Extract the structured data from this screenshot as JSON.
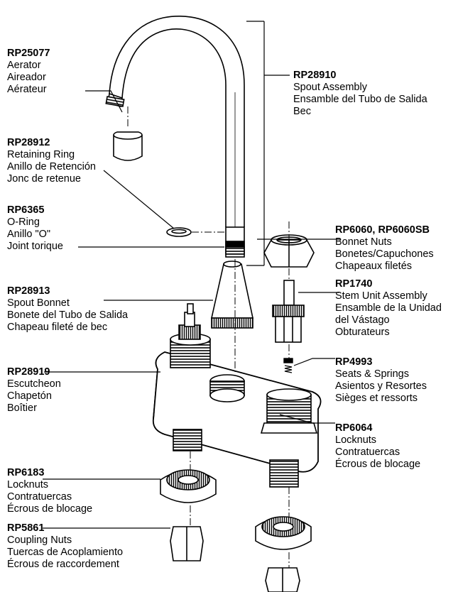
{
  "callouts": {
    "aerator": {
      "part_number": "RP25077",
      "lines": [
        "Aerator",
        "Aireador",
        "Aérateur"
      ]
    },
    "spout_assembly": {
      "part_number": "RP28910",
      "lines": [
        "Spout Assembly",
        "Ensamble del Tubo de Salida",
        "Bec"
      ]
    },
    "retaining_ring": {
      "part_number": "RP28912",
      "lines": [
        "Retaining Ring",
        "Anillo de Retención",
        "Jonc de retenue"
      ]
    },
    "o_ring": {
      "part_number": "RP6365",
      "lines": [
        "O-Ring",
        "Anillo \"O\"",
        "Joint torique"
      ]
    },
    "bonnet_nuts": {
      "part_number": "RP6060, RP6060SB",
      "lines": [
        "Bonnet Nuts",
        "Bonetes/Capuchones",
        "Chapeaux filetés"
      ]
    },
    "stem_unit": {
      "part_number": "RP1740",
      "lines": [
        "Stem Unit Assembly",
        "Ensamble de la Unidad",
        "del Vástago",
        "Obturateurs"
      ]
    },
    "spout_bonnet": {
      "part_number": "RP28913",
      "lines": [
        "Spout Bonnet",
        "Bonete del Tubo de Salida",
        "Chapeau fileté de bec"
      ]
    },
    "seats_springs": {
      "part_number": "RP4993",
      "lines": [
        "Seats & Springs",
        "Asientos y Resortes",
        "Sièges et ressorts"
      ]
    },
    "escutcheon": {
      "part_number": "RP28919",
      "lines": [
        "Escutcheon",
        "Chapetón",
        "Boîtier"
      ]
    },
    "locknuts_right": {
      "part_number": "RP6064",
      "lines": [
        "Locknuts",
        "Contratuercas",
        "Écrous de blocage"
      ]
    },
    "locknuts_left": {
      "part_number": "RP6183",
      "lines": [
        "Locknuts",
        "Contratuercas",
        "Écrous de blocage"
      ]
    },
    "coupling_nuts": {
      "part_number": "RP5861",
      "lines": [
        "Coupling Nuts",
        "Tuercas de Acoplamiento",
        "Écrous de raccordement"
      ]
    }
  }
}
